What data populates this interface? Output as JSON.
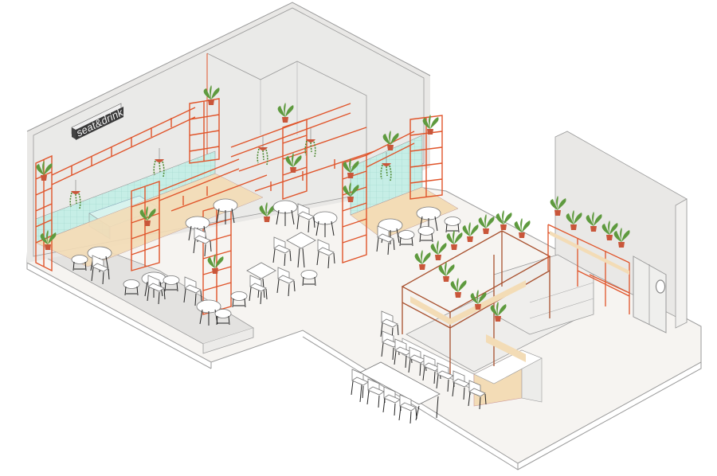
{
  "title": "seat&drink isometric cafe floor plan",
  "sign": {
    "text": "seat&drink"
  },
  "colors": {
    "wall": "#e9e8e6",
    "wall_top": "#f4f3f1",
    "floor": "#f6f4f1",
    "terrace": "#e3e2e0",
    "frame": "#e0542a",
    "tile": "#c6eee6",
    "wood": "#f3dcb6",
    "plant": "#5e9a3e",
    "pot": "#c9563a",
    "outline": "#8a8a8a",
    "furniture": "#ffffff",
    "leg": "#222222"
  },
  "zones": [
    {
      "id": "back-wall",
      "label": "Back wall with sign and hanging plants"
    },
    {
      "id": "orange-grid-shelving",
      "label": "Orange grid shelving with plants"
    },
    {
      "id": "tiled-bench",
      "label": "Mint tiled bench"
    },
    {
      "id": "raised-terrace",
      "label": "Raised terrace seating"
    },
    {
      "id": "main-dining",
      "label": "Main dining area"
    },
    {
      "id": "bar-counter",
      "label": "Bar counter with planter canopy"
    },
    {
      "id": "long-tables",
      "label": "Communal long tables"
    },
    {
      "id": "kitchen-door",
      "label": "Kitchen door with porthole window"
    }
  ]
}
